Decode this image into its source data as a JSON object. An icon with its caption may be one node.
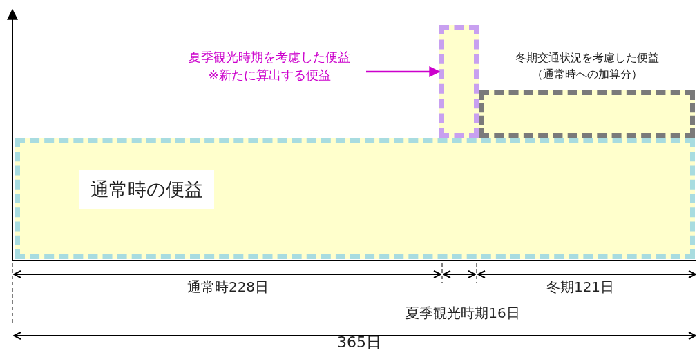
{
  "diagram": {
    "nodes": [
      {
        "text": [
          "通常時の便益"
        ]
      },
      {
        "text": [],
        "shape": "box"
      },
      {
        "text": [],
        "shape": "box"
      },
      {
        "text": [
          "夏季観光時期を考慮した便益",
          "※新たに算出する便益"
        ]
      }
    ],
    "edges": [
      {
        "from": 3,
        "to": 1,
        "arrow": "to",
        "color": "#cc00cc"
      }
    ],
    "labels": [
      "冬期交通状況を考慮した便益（通常時への加算分）",
      "通常時228日",
      "冬期121日",
      "夏季観光時期16日",
      "365日"
    ]
  }
}
